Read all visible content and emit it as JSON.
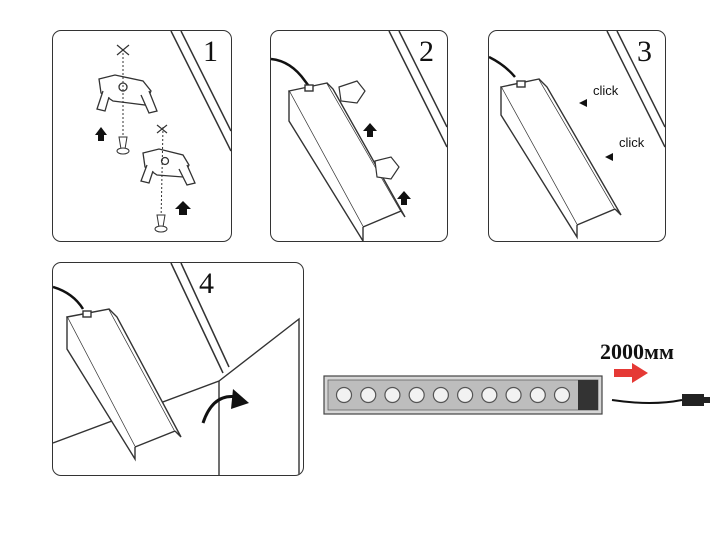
{
  "steps": [
    {
      "number": "1"
    },
    {
      "number": "2"
    },
    {
      "number": "3",
      "click_labels": [
        "click",
        "click"
      ]
    },
    {
      "number": "4"
    }
  ],
  "product": {
    "length_label": "2000мм",
    "led_count": 10
  },
  "colors": {
    "outline": "#333333",
    "arrow_red": "#e53935",
    "profile_gray": "#bdbdbd",
    "led_gray": "#9e9e9e"
  }
}
